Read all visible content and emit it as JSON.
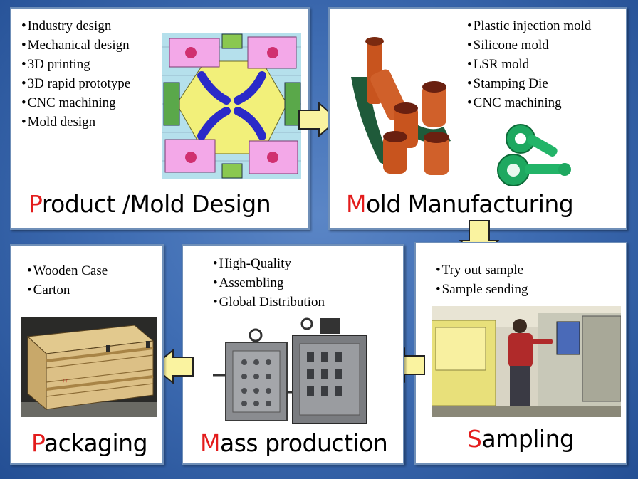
{
  "stages": [
    {
      "id": "design",
      "title_first": "P",
      "title_rest": "roduct /Mold Design",
      "bullets": [
        "Industry design",
        "Mechanical design",
        "3D printing",
        "3D rapid prototype",
        "CNC machining",
        "Mold design"
      ]
    },
    {
      "id": "manufacturing",
      "title_first": "M",
      "title_rest": "old Manufacturing",
      "bullets": [
        "Plastic injection mold",
        "Silicone mold",
        "LSR mold",
        "Stamping Die",
        "CNC machining"
      ]
    },
    {
      "id": "sampling",
      "title_first": "S",
      "title_rest": "ampling",
      "bullets": [
        "Try out sample",
        "Sample sending"
      ]
    },
    {
      "id": "mass",
      "title_first": "M",
      "title_rest": "ass production",
      "bullets": [
        "High-Quality",
        "Assembling",
        "Global Distribution"
      ]
    },
    {
      "id": "packaging",
      "title_first": "P",
      "title_rest": "ackaging",
      "bullets": [
        "Wooden Case",
        "Carton"
      ]
    }
  ],
  "colors": {
    "accent_letter": "#e31c1c",
    "arrow_fill": "#faf3a0",
    "arrow_stroke": "#222222",
    "background": "#3f6db3"
  },
  "icons": [
    "arrow-right-icon",
    "arrow-down-icon",
    "arrow-left-icon"
  ]
}
